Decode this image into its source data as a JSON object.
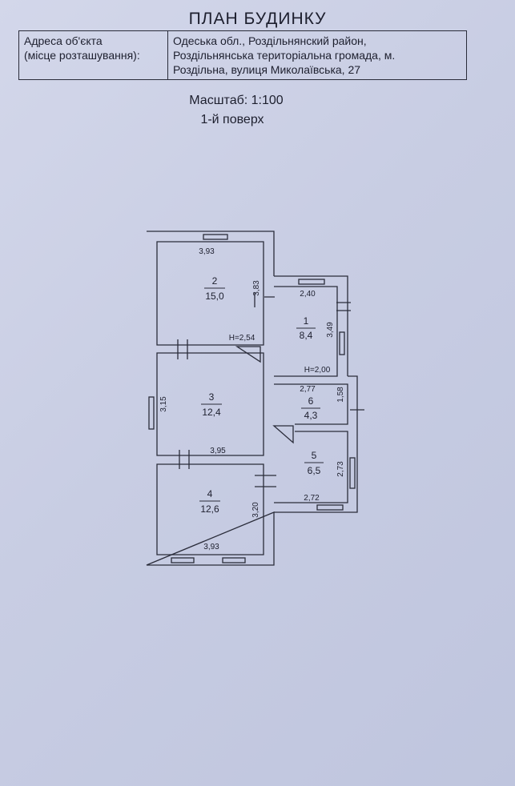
{
  "header": {
    "title": "ПЛАН БУДИНКУ"
  },
  "address": {
    "label_lines": [
      "Адреса об'єкта",
      "(місце розташування):"
    ],
    "value_lines": [
      "Одеська обл., Роздільнянский район,",
      "Роздільнянська територіальна громада, м.",
      "Роздільна, вулиця Миколаївська, 27"
    ]
  },
  "scale": "Масштаб: 1:100",
  "floor": "1-й поверх",
  "rooms": [
    {
      "number": "1",
      "area": "8,4"
    },
    {
      "number": "2",
      "area": "15,0"
    },
    {
      "number": "3",
      "area": "12,4"
    },
    {
      "number": "4",
      "area": "12,6"
    },
    {
      "number": "5",
      "area": "6,5"
    },
    {
      "number": "6",
      "area": "4,3"
    }
  ],
  "dimensions": {
    "r2_width": "3,93",
    "r2_height": "3,83",
    "r1_width": "2,40",
    "r1_height": "3,49",
    "ceiling_main": "H=2,54",
    "ceiling_annex": "H=2,00",
    "r6_width": "2,77",
    "r6_height": "1,58",
    "r3_height": "3,15",
    "r3_width": "3,95",
    "r5_height": "2,73",
    "r5_width": "2,72",
    "r4_height": "3,20",
    "r4_width": "3,93"
  }
}
